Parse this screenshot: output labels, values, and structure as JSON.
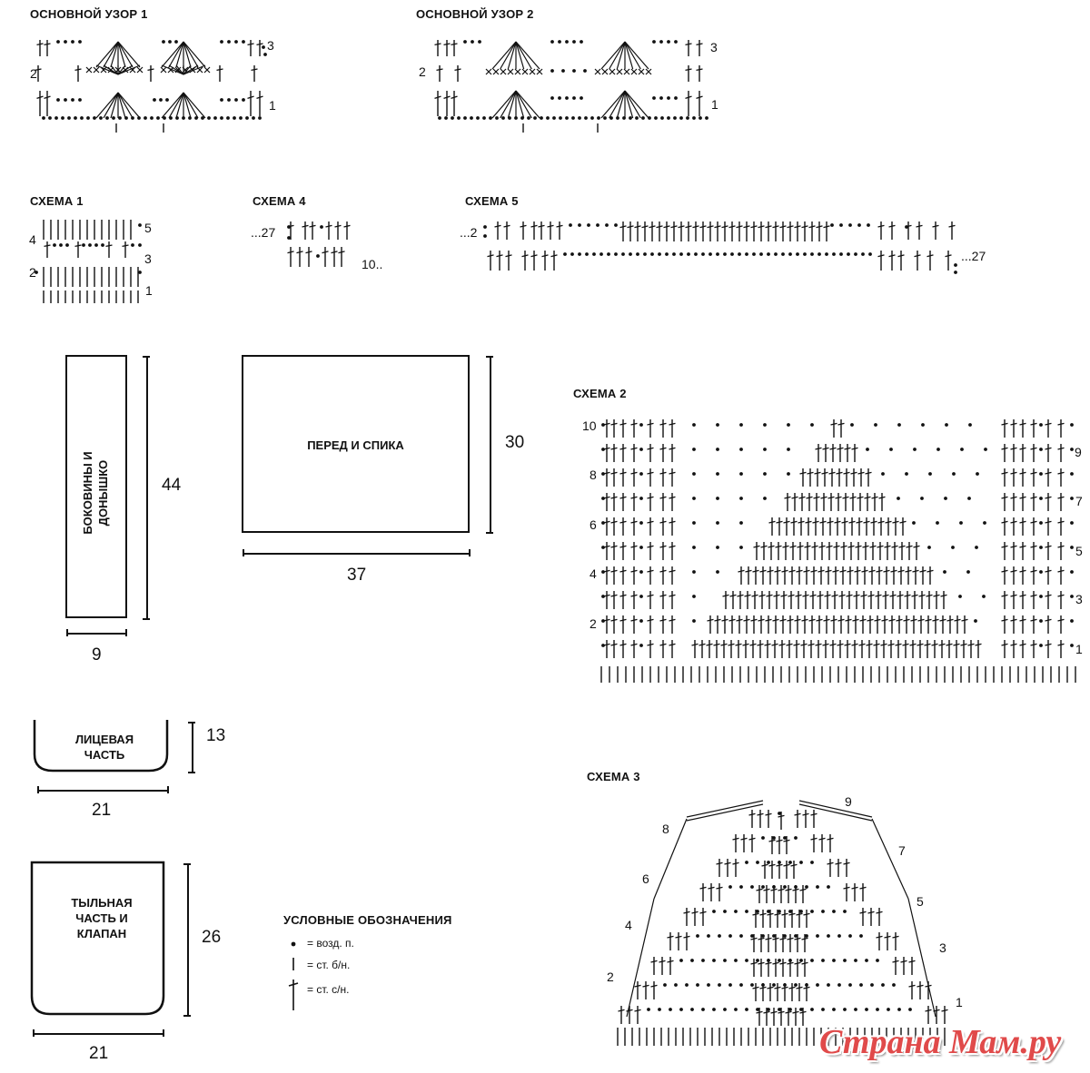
{
  "headers": {
    "pattern1": "ОСНОВНОЙ УЗОР 1",
    "pattern2": "ОСНОВНОЙ УЗОР 2",
    "scheme1": "СХЕМА 1",
    "scheme4": "СХЕМА 4",
    "scheme5": "СХЕМА 5",
    "scheme2": "СХЕМА 2",
    "scheme3": "СХЕМА 3",
    "legend": "УСЛОВНЫЕ ОБОЗНАЧЕНИЯ"
  },
  "pattern1_rows": [
    "3",
    "2",
    "1"
  ],
  "pattern2_rows": [
    "3",
    "2",
    "1"
  ],
  "scheme1_rows": [
    "5",
    "4",
    "3",
    "2",
    "1"
  ],
  "scheme4_labels": {
    "left": "...27",
    "right": "10.."
  },
  "scheme5_labels": {
    "left": "...2",
    "right": "...27"
  },
  "scheme2_rows": [
    "10",
    "9",
    "8",
    "7",
    "6",
    "5",
    "4",
    "3",
    "2",
    "1"
  ],
  "scheme3_rows": [
    "9",
    "8",
    "7",
    "6",
    "5",
    "4",
    "3",
    "2",
    "1"
  ],
  "pieces": {
    "side": {
      "label": "БОКОВИНЫ И ДОНЫШКО",
      "height": "44",
      "width": "9"
    },
    "front_back": {
      "label": "ПЕРЕД И СПИКА",
      "height": "30",
      "width": "37"
    },
    "face": {
      "label_line1": "ЛИЦЕВАЯ",
      "label_line2": "ЧАСТЬ",
      "height": "13",
      "width": "21"
    },
    "rear": {
      "label_line1": "ТЫЛЬНАЯ",
      "label_line2": "ЧАСТЬ И",
      "label_line3": "КЛАПАН",
      "height": "26",
      "width": "21"
    }
  },
  "legend": {
    "chain": "= возд. п.",
    "sc": "= ст. б/н.",
    "dc": "= ст. с/н."
  },
  "watermark": "Страна Мам.ру"
}
